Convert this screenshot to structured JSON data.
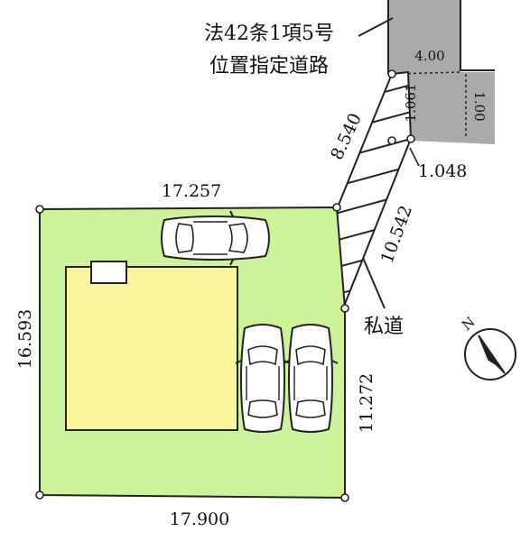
{
  "road": {
    "label_line1": "法42条1項5号",
    "label_line2": "位置指定道路",
    "width": "4.00",
    "seg_a": "1.061",
    "seg_b": "1.00"
  },
  "private_road": {
    "label": "私道",
    "side_left": "8.540",
    "side_right": "10.542",
    "end_width": "1.048"
  },
  "lot": {
    "top": "17.257",
    "left": "16.593",
    "bottom": "17.900",
    "right": "11.272"
  },
  "colors": {
    "lot_fill": "#ccf29a",
    "house_fill": "#fbf59e",
    "road_fill": "#aaaaaa",
    "car_fill": "#ffffff",
    "stroke": "#222222"
  }
}
